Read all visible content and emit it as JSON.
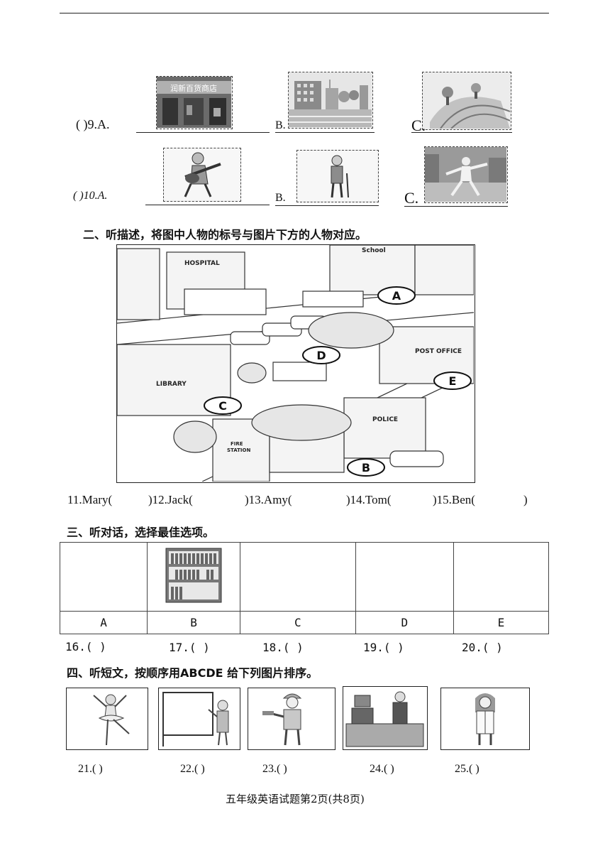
{
  "sec1": {
    "q9": {
      "prefix": "(   )9.A.",
      "b_label": "B.",
      "c_label": "C.",
      "shop_sign": "润新百货商店"
    },
    "q10": {
      "prefix": "(   )10.A.",
      "b_label": "B.",
      "c_label": "C."
    }
  },
  "sec2": {
    "heading": "二、听描述，将图中人物的标号与图片下方的人物对应。",
    "map_labels": {
      "hospital": "HOSPITAL",
      "school": "School",
      "library": "LIBRARY",
      "post_office": "POST OFFICE",
      "police": "POLICE",
      "fire_station_1": "FIRE",
      "fire_station_2": "STATION"
    },
    "markers": [
      "A",
      "B",
      "C",
      "D",
      "E"
    ],
    "answers": [
      "11.Mary(",
      ")12.Jack(",
      ")13.Amy(",
      ")14.Tom(",
      ")15.Ben(",
      ")"
    ]
  },
  "sec3": {
    "heading": "三、听对话，选择最佳选项。",
    "option_labels": [
      "A",
      "B",
      "C",
      "D",
      "E"
    ],
    "answers": [
      "16.(    )",
      "17.(    )",
      "18.(    )",
      "19.(    )",
      "20.(    )"
    ]
  },
  "sec4": {
    "heading": "四、听短文，按顺序用ABCDE 给下列图片排序。",
    "answers": [
      "21.(    )",
      "22.(    )",
      "23.(    )",
      "24.(    )",
      "25.(    )"
    ]
  },
  "footer": "五年级英语试题第2页(共8页)"
}
